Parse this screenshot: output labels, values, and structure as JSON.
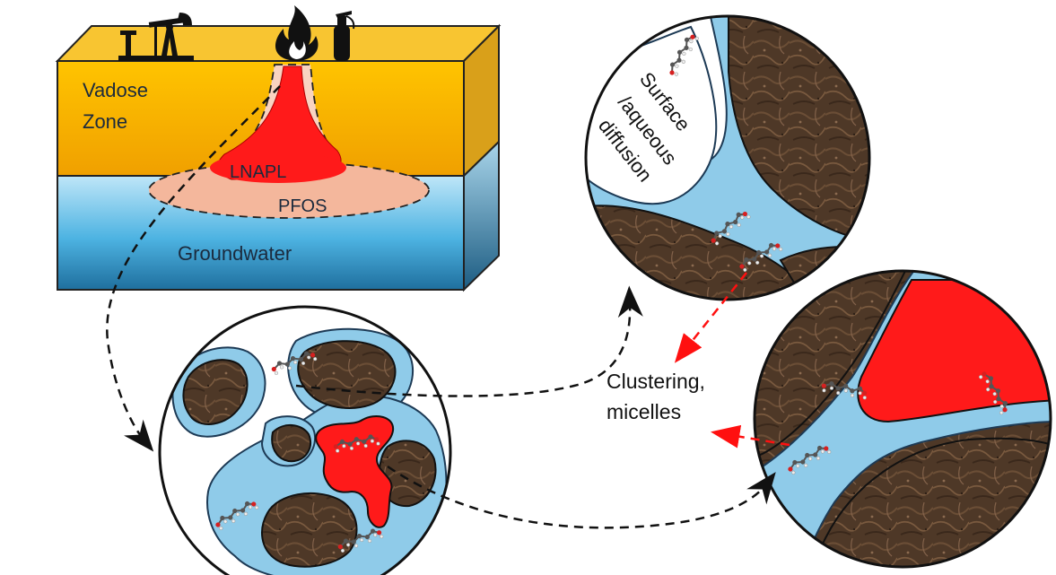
{
  "labels": {
    "vadose_1": "Vadose",
    "vadose_2": "Zone",
    "lnapl": "LNAPL",
    "pfos": "PFOS",
    "groundwater": "Groundwater",
    "surface_1": "Surface",
    "surface_2": "/aqueous",
    "surface_3": "diffusion",
    "clustering_1": "Clustering,",
    "clustering_2": "micelles"
  },
  "icons": [
    "oil-pumpjack-icon",
    "fire-icon",
    "fire-extinguisher-icon"
  ],
  "colors": {
    "vadose": "#f9b900",
    "groundwater": "#3aa5d8",
    "lnapl": "#ff1a1a",
    "pfos_plume": "#f4b79c",
    "water_film": "#8fcbe9",
    "soil": "#4a3525"
  }
}
